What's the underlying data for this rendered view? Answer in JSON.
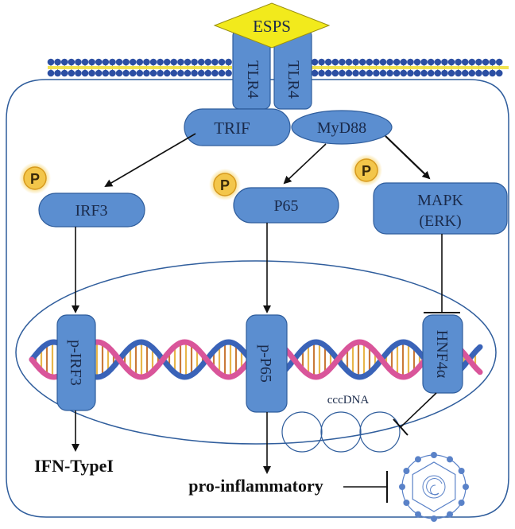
{
  "diagram": {
    "ligand": "ESPS",
    "receptors": [
      "TLR4",
      "TLR4"
    ],
    "adaptors": {
      "trif": "TRIF",
      "myd88": "MyD88"
    },
    "phospho_mark": "P",
    "cytoplasm": {
      "irf3": "IRF3",
      "p65": "P65",
      "mapk_line1": "MAPK",
      "mapk_line2": "(ERK)"
    },
    "nucleus": {
      "p_irf3": "p-IRF3",
      "p_p65": "p-P65",
      "hnf4a": "HNF4α",
      "cccdna": "cccDNA"
    },
    "outputs": {
      "ifn": "IFN-TypeI",
      "proinflammatory": "pro-inflammatory"
    },
    "colors": {
      "node_fill": "#5b8ed0",
      "node_stroke": "#2f5d9c",
      "ligand_fill": "#f2ea1c",
      "membrane_blue": "#2c4fa3",
      "membrane_yellow": "#f0e24a",
      "dna_pink": "#d9559a",
      "dna_blue": "#3a63b8",
      "virus": "#5a82c8",
      "phospho": "#f3c64a"
    }
  }
}
